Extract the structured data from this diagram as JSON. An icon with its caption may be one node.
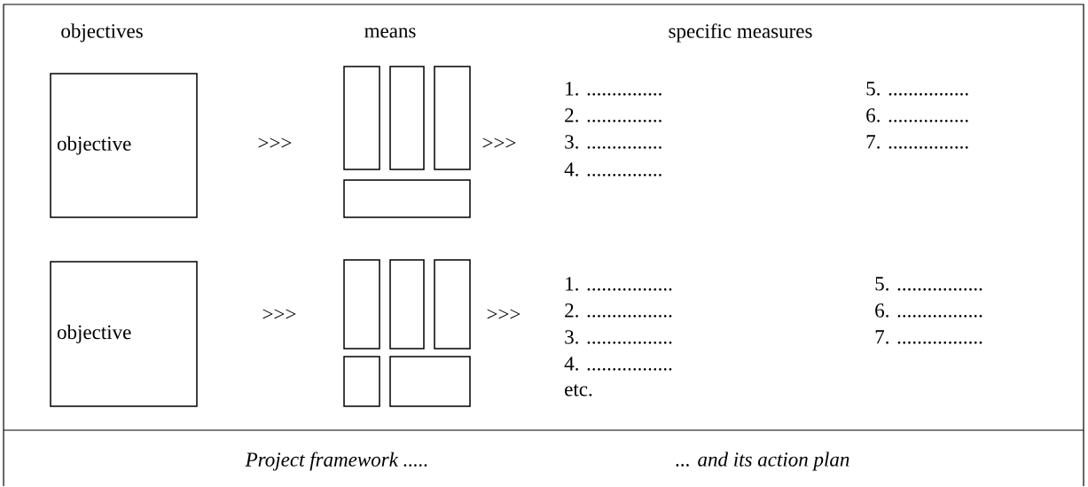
{
  "diagram": {
    "nodes": [
      {
        "text": [
          "objective"
        ]
      },
      {
        "text": [],
        "shape": "box"
      },
      {
        "text": [],
        "shape": "box"
      },
      {
        "text": [],
        "shape": "box"
      },
      {
        "text": [],
        "shape": "box"
      },
      {
        "text": [
          "objective"
        ]
      },
      {
        "text": [],
        "shape": "box"
      },
      {
        "text": [],
        "shape": "box"
      },
      {
        "text": [],
        "shape": "box"
      },
      {
        "text": [],
        "shape": "box"
      },
      {
        "text": [],
        "shape": "box"
      }
    ],
    "labels": [
      "objectives",
      "means",
      "specific measures",
      ">>>",
      ">>>",
      "1. ...............",
      "5. ................",
      "2. ...............",
      "6. ................",
      "3. ...............",
      "7. ................",
      "4. ...............",
      ">>>",
      ">>>",
      "1. .................",
      "5. .................",
      "2. .................",
      "6. .................",
      "3. .................",
      "7. .................",
      "4. .................",
      "etc.",
      "Project framework .....",
      "... and its action plan"
    ]
  }
}
